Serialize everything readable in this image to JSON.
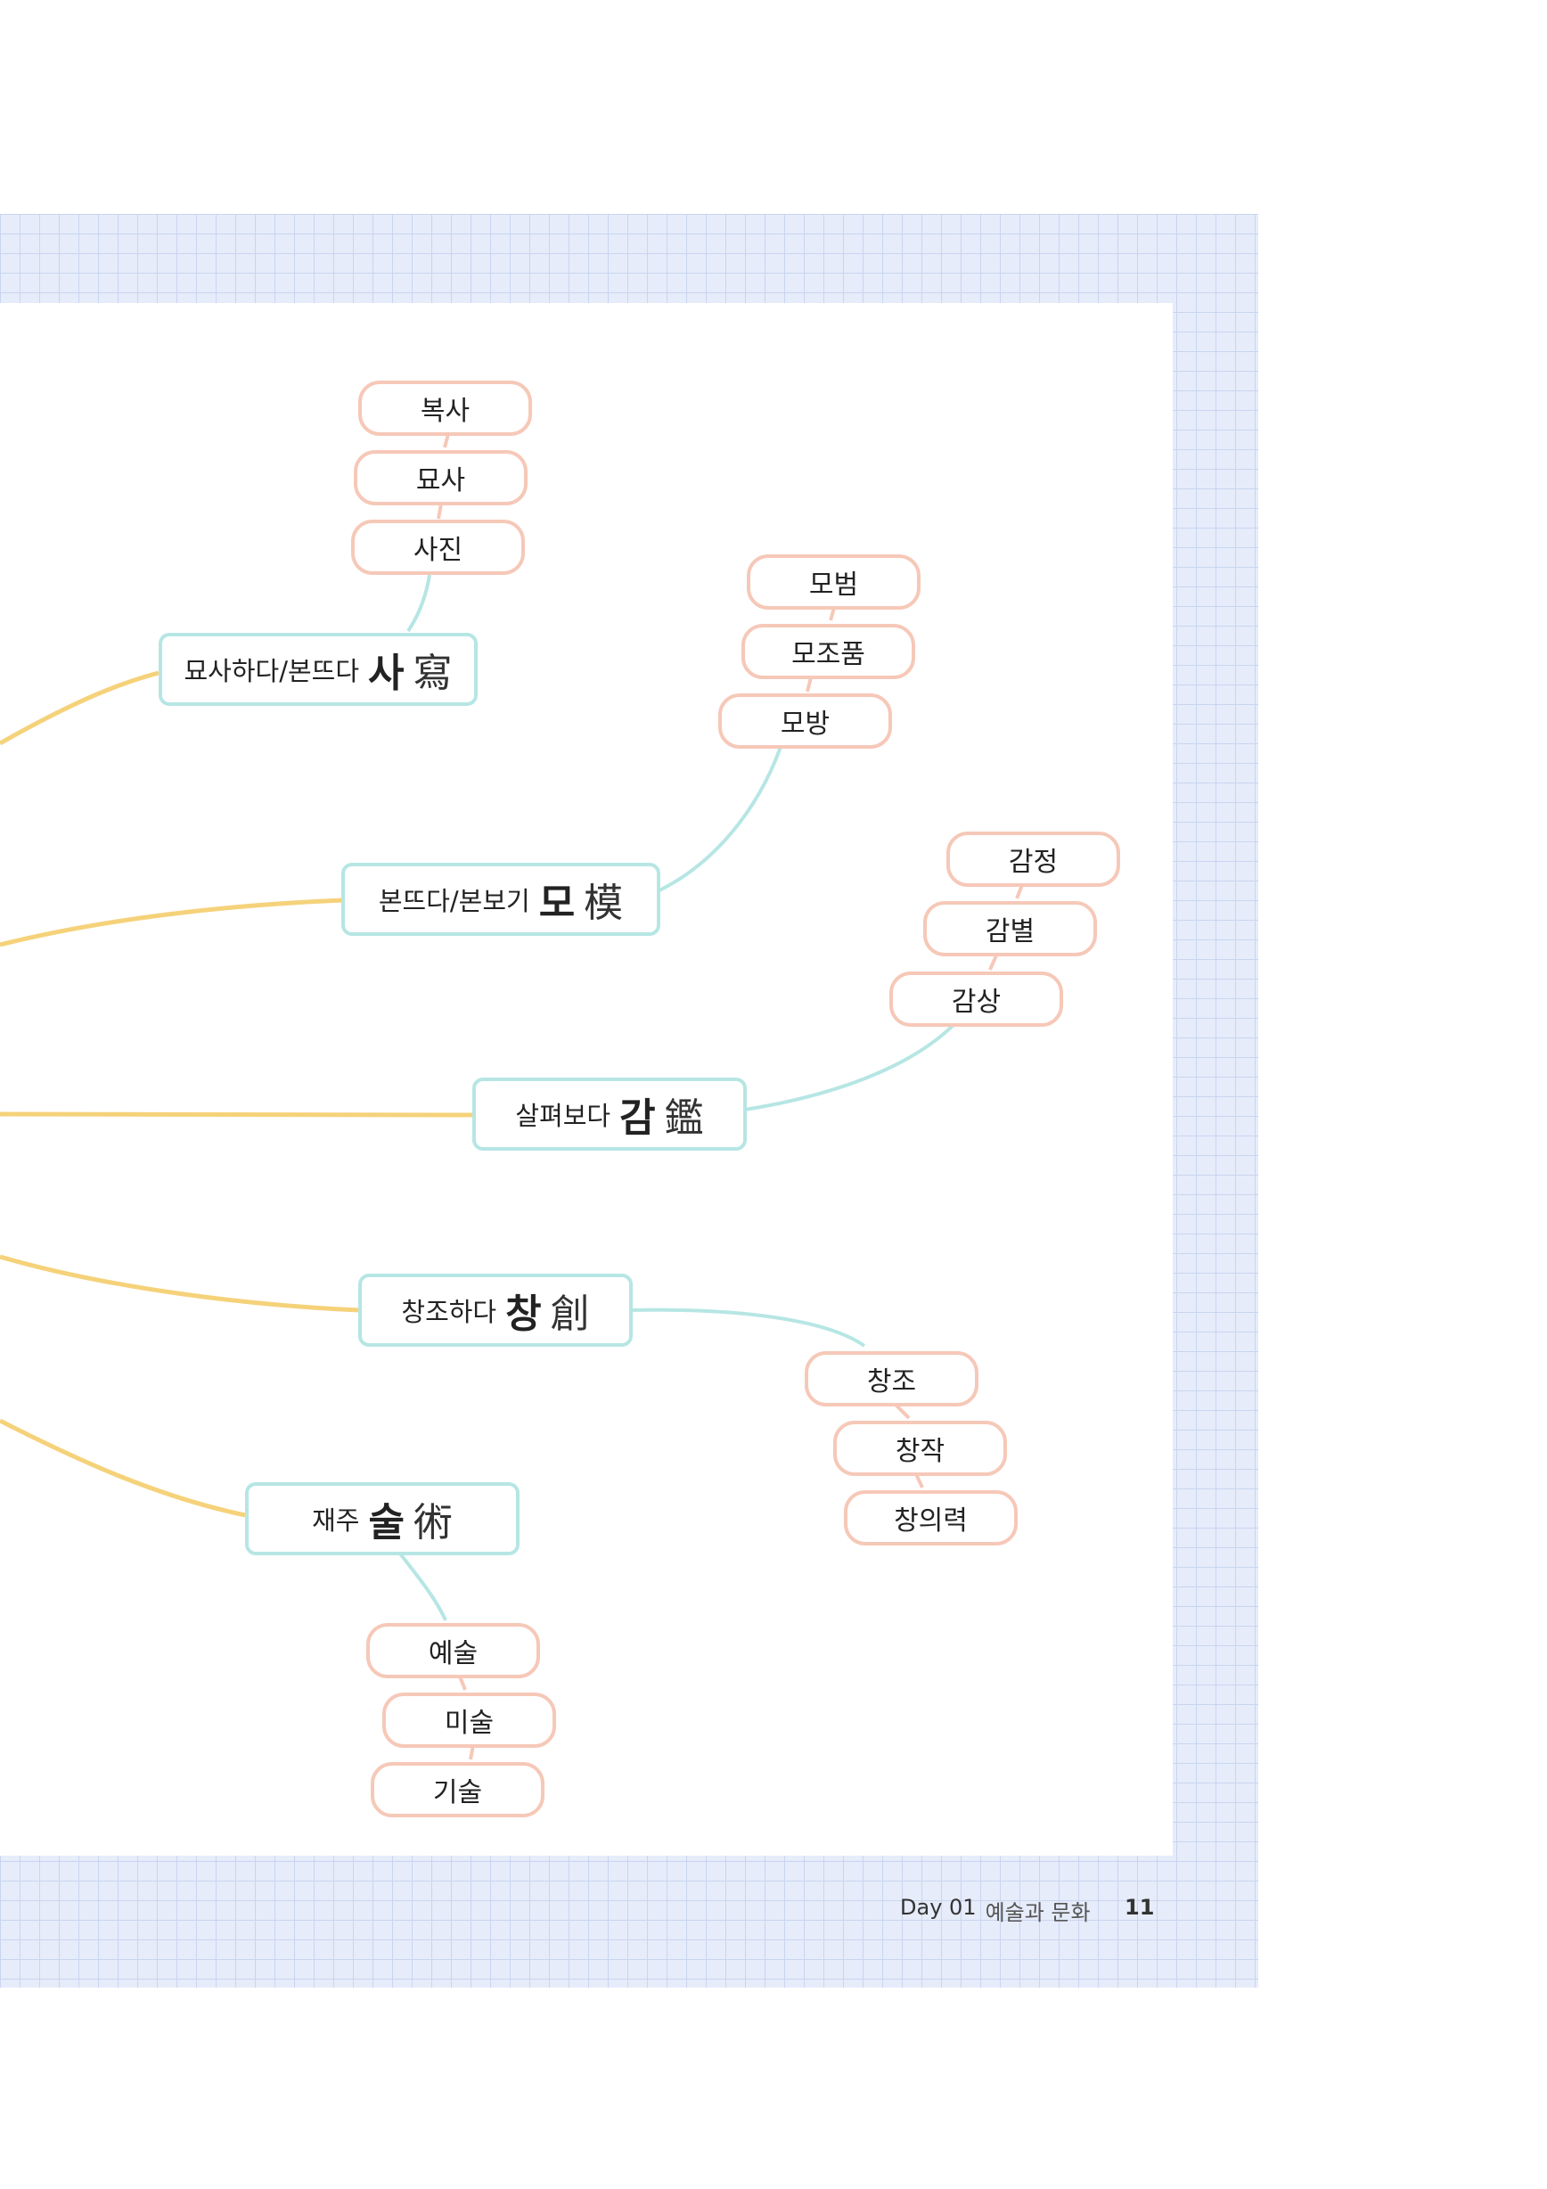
{
  "colors": {
    "trunk_line": "#f5d27a",
    "branch_line": "#b6e6e4",
    "main_border": "#b6e6e4",
    "sub_border": "#f6c8b8",
    "grid_bg": "#e6ecfa"
  },
  "nodes": [
    {
      "label": "묘사하다/본뜨다",
      "hangul": "사",
      "hanja": "寫",
      "words": [
        "복사",
        "묘사",
        "사진"
      ]
    },
    {
      "label": "본뜨다/본보기",
      "hangul": "모",
      "hanja": "模",
      "words": [
        "모범",
        "모조품",
        "모방"
      ]
    },
    {
      "label": "살펴보다",
      "hangul": "감",
      "hanja": "鑑",
      "words": [
        "감정",
        "감별",
        "감상"
      ]
    },
    {
      "label": "창조하다",
      "hangul": "창",
      "hanja": "創",
      "words": [
        "창조",
        "창작",
        "창의력"
      ]
    },
    {
      "label": "재주",
      "hangul": "술",
      "hanja": "術",
      "words": [
        "예술",
        "미술",
        "기술"
      ]
    }
  ],
  "footer": {
    "day": "Day 01",
    "chapter": "예술과 문화",
    "page": "11"
  }
}
